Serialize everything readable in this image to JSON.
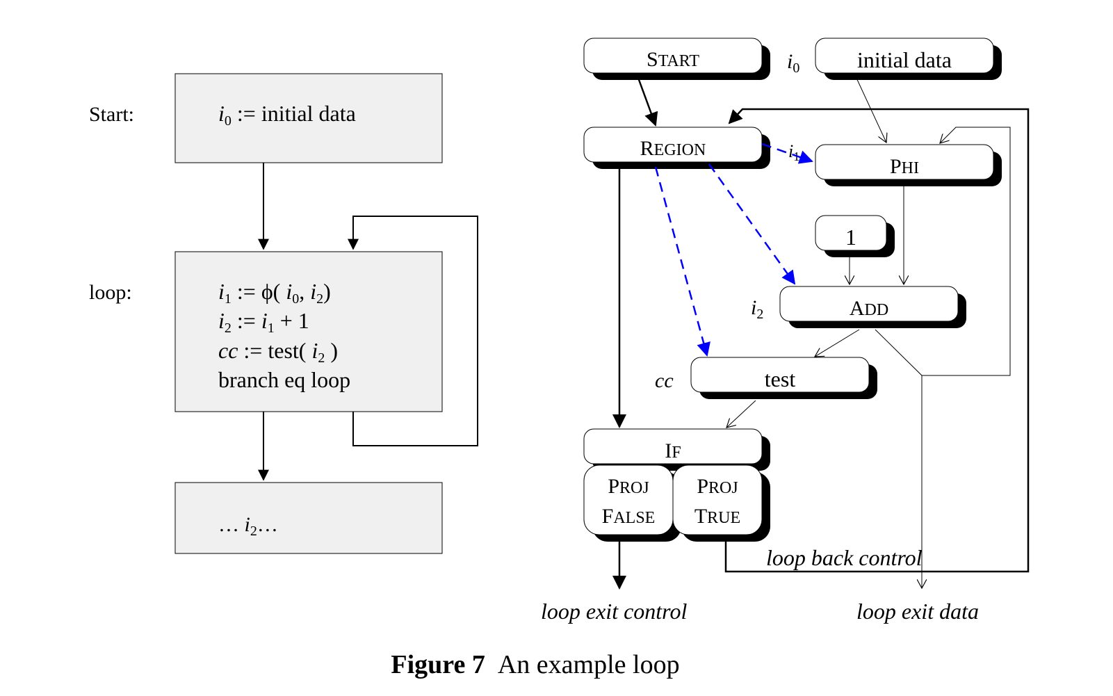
{
  "left": {
    "start_label": "Start:",
    "loop_label": "loop:",
    "start_block": {
      "var": "i",
      "sub": "0",
      "text": " := initial data"
    },
    "loop_block": {
      "line1": {
        "v1": "i",
        "s1": "1",
        "op": " := ϕ( ",
        "v2": "i",
        "s2": "0",
        "sep": ", ",
        "v3": "i",
        "s3": "2",
        "end": ")"
      },
      "line2": {
        "v1": "i",
        "s1": "2",
        "op": " := ",
        "v2": "i",
        "s2": "1",
        "end": " + 1"
      },
      "line3": {
        "v1": "cc",
        "op": " := test( ",
        "v2": "i",
        "s2": "2",
        "end": " )"
      },
      "line4": "branch eq loop"
    },
    "exit_block": {
      "pre": "… ",
      "var": "i",
      "sub": "2",
      "post": "…"
    }
  },
  "right": {
    "nodes": {
      "start": {
        "big1": "S",
        "small": "TART"
      },
      "initial_data": "initial data",
      "region": {
        "big1": "R",
        "small": "EGION"
      },
      "phi": {
        "big1": "P",
        "small": "HI"
      },
      "one": "1",
      "add": {
        "big1": "A",
        "small": "DD"
      },
      "test": "test",
      "if": {
        "big1": "I",
        "small": "F"
      },
      "proj_false": {
        "l1big": "P",
        "l1small": "ROJ",
        "l2big": "F",
        "l2small": "ALSE"
      },
      "proj_true": {
        "l1big": "P",
        "l1small": "ROJ",
        "l2big": "T",
        "l2small": "RUE"
      }
    },
    "labels": {
      "i0": {
        "var": "i",
        "sub": "0"
      },
      "i1": {
        "var": "i",
        "sub": "1"
      },
      "i2": {
        "var": "i",
        "sub": "2"
      },
      "cc": "cc",
      "loop_back_control": "loop back control",
      "loop_exit_control": "loop exit control",
      "loop_exit_data": "loop exit data"
    }
  },
  "caption": {
    "figure": "Figure 7",
    "text": "An example loop"
  },
  "colors": {
    "dashed_edge": "#0000ff",
    "block_fill": "#f0f0f0",
    "shadow": "#000000"
  }
}
